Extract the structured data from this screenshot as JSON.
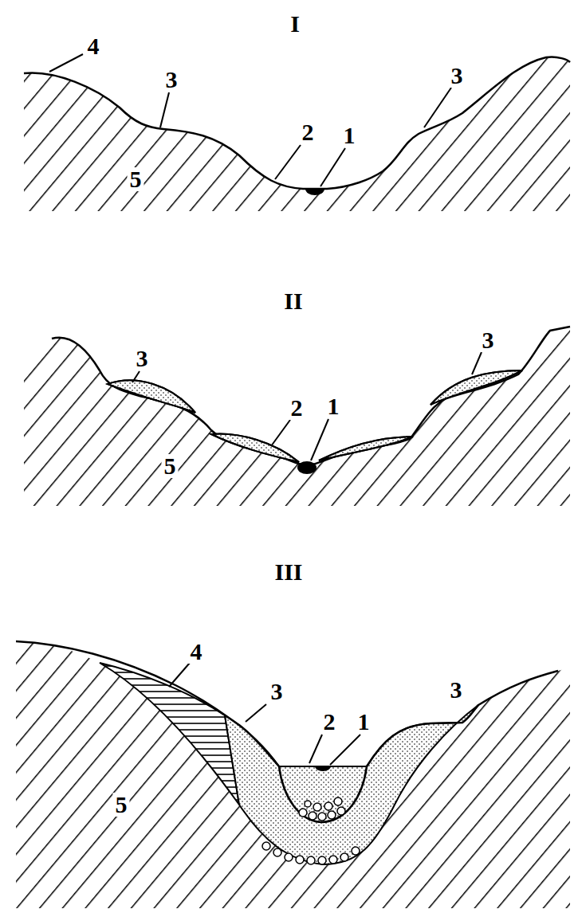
{
  "diagram": {
    "labels": [
      "I",
      "4",
      "3",
      "3",
      "2",
      "1",
      "5",
      "II",
      "3",
      "3",
      "2",
      "1",
      "5",
      "III",
      "4",
      "3",
      "3",
      "2",
      "1",
      "5"
    ]
  }
}
